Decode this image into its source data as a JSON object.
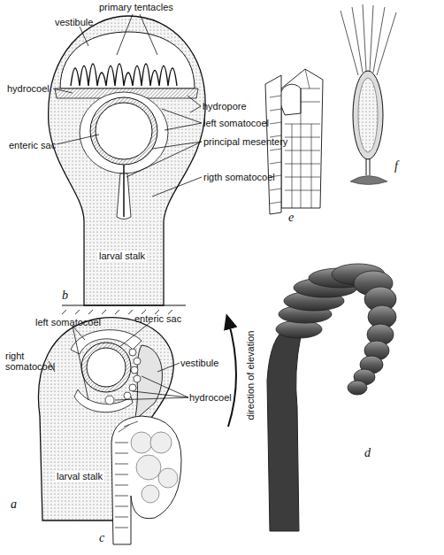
{
  "diagram": {
    "labels": [
      "primary tentacles",
      "vestibule",
      "hydrocoel",
      "hydropore",
      "enteric sac",
      "left somatocoel",
      "principal mesentery",
      "rigth somatocoel",
      "larval stalk",
      "b",
      "e",
      "f",
      "left somatocoel",
      "enteric sac",
      "right somatocoel",
      "vestibule",
      "hydrocoel",
      "direction of elevation",
      "larval stalk",
      "a",
      "c",
      "d"
    ]
  }
}
